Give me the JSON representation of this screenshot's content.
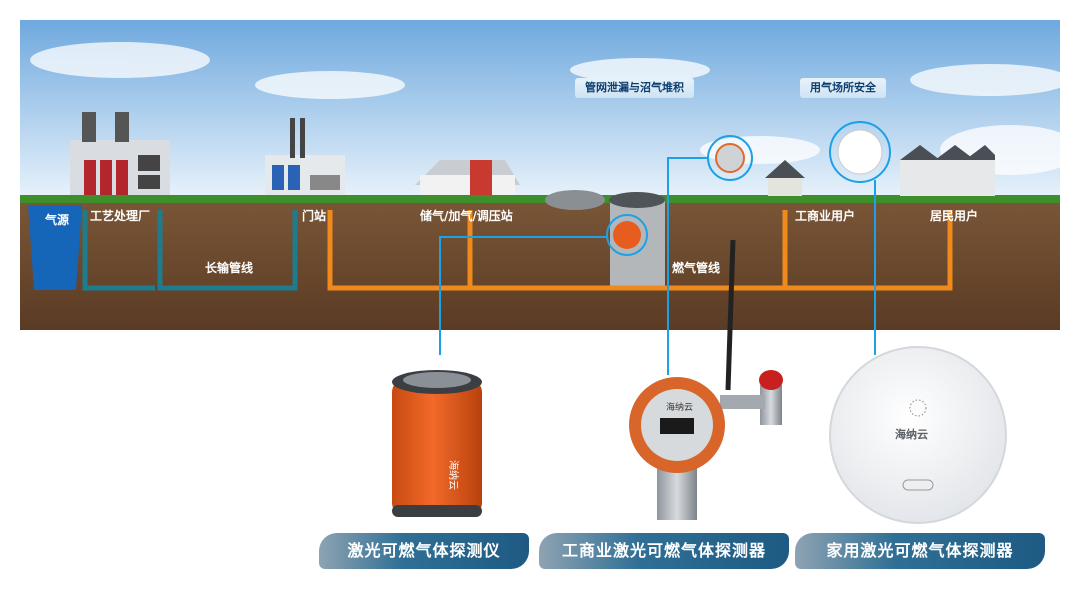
{
  "ground_labels": {
    "gas_source": "气源",
    "process_plant": "工艺处理厂",
    "long_pipeline": "长输管线",
    "gate_station": "门站",
    "storage_station": "储气/加气/调压站",
    "gas_pipeline": "燃气管线",
    "commercial_user": "工商业用户",
    "resident_user": "居民用户"
  },
  "tags": {
    "pipe_leak": "管网泄漏与沼气堆积",
    "gas_safety": "用气场所安全"
  },
  "products": {
    "instrument": {
      "caption": "激光可燃气体探测仪",
      "brand": "海纳云"
    },
    "industrial": {
      "caption": "工商业激光可燃气体探测器",
      "brand": "海纳云"
    },
    "home": {
      "caption": "家用激光可燃气体探测器",
      "brand": "海纳云"
    }
  },
  "colors": {
    "sky_top": "#7fb6e6",
    "soil": "#6b4a2f",
    "grass": "#3d8f2c",
    "orange_pipe": "#f08a1c",
    "teal_pipe": "#1f7c8c",
    "pointer_blue": "#1ea0e6"
  }
}
